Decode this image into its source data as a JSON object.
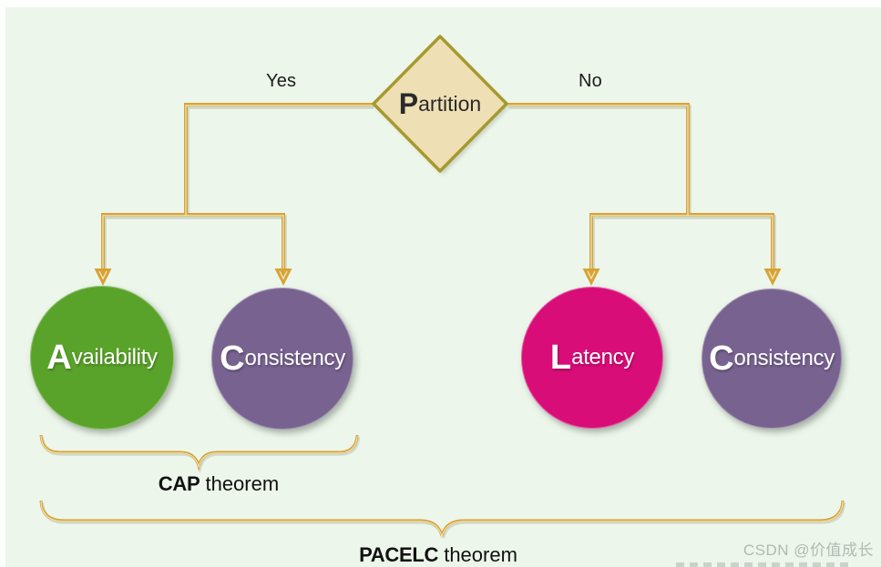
{
  "page": {
    "background": "#edf6eb",
    "canvas_margin_color": "#fdfffd"
  },
  "decision": {
    "label_initial": "P",
    "label_rest": "artition",
    "yes_label": "Yes",
    "no_label": "No",
    "fill": "#eedfb5",
    "border": "#a6992e"
  },
  "branches": {
    "yes": {
      "nodes": [
        {
          "id": "availability",
          "initial": "A",
          "rest": "vailability",
          "color": "#5aa32a"
        },
        {
          "id": "consistency-left",
          "initial": "C",
          "rest": "onsistency",
          "color": "#776290"
        }
      ]
    },
    "no": {
      "nodes": [
        {
          "id": "latency",
          "initial": "L",
          "rest": "atency",
          "color": "#d80d78"
        },
        {
          "id": "consistency-right",
          "initial": "C",
          "rest": "onsistency",
          "color": "#776290"
        }
      ]
    }
  },
  "groups": {
    "cap_bold": "CAP",
    "cap_rest": " theorem",
    "pacelc_bold": "PACELC",
    "pacelc_rest": " theorem"
  },
  "watermark": {
    "line1": "CSDN @价值成长",
    "color": "#b2b9b3"
  },
  "colors": {
    "connector": "#d7a335",
    "connector_shadow": "#aab7a8",
    "connector_highlight": "#f3e7c0",
    "brace": "#d7a335"
  }
}
